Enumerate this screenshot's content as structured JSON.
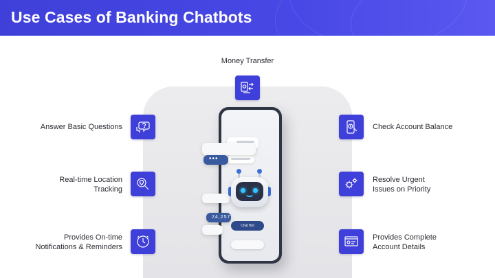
{
  "header": {
    "title": "Use Cases of Banking Chatbots"
  },
  "colors": {
    "accent": "#3f3fd9",
    "stage": "#e8e8ec"
  },
  "use_cases": {
    "money_transfer": {
      "lines": [
        "Money Transfer"
      ],
      "icon": "money-transfer-icon"
    },
    "answer_questions": {
      "lines": [
        "Answer Basic Questions"
      ],
      "icon": "chat-question-icon"
    },
    "location_tracking": {
      "lines": [
        "Real-time Location",
        "Tracking"
      ],
      "icon": "location-search-icon"
    },
    "notifications": {
      "lines": [
        "Provides On-time",
        "Notifications & Reminders"
      ],
      "icon": "clock-reminder-icon"
    },
    "account_balance": {
      "lines": [
        "Check Account Balance"
      ],
      "icon": "mobile-balance-icon"
    },
    "urgent_issues": {
      "lines": [
        "Resolve Urgent",
        "Issues on Priority"
      ],
      "icon": "gears-priority-icon"
    },
    "account_details": {
      "lines": [
        "Provides Complete",
        "Account Details"
      ],
      "icon": "account-details-icon"
    }
  },
  "phone": {
    "chat_button": "Chat Bot",
    "balance_chip": "24,257"
  }
}
